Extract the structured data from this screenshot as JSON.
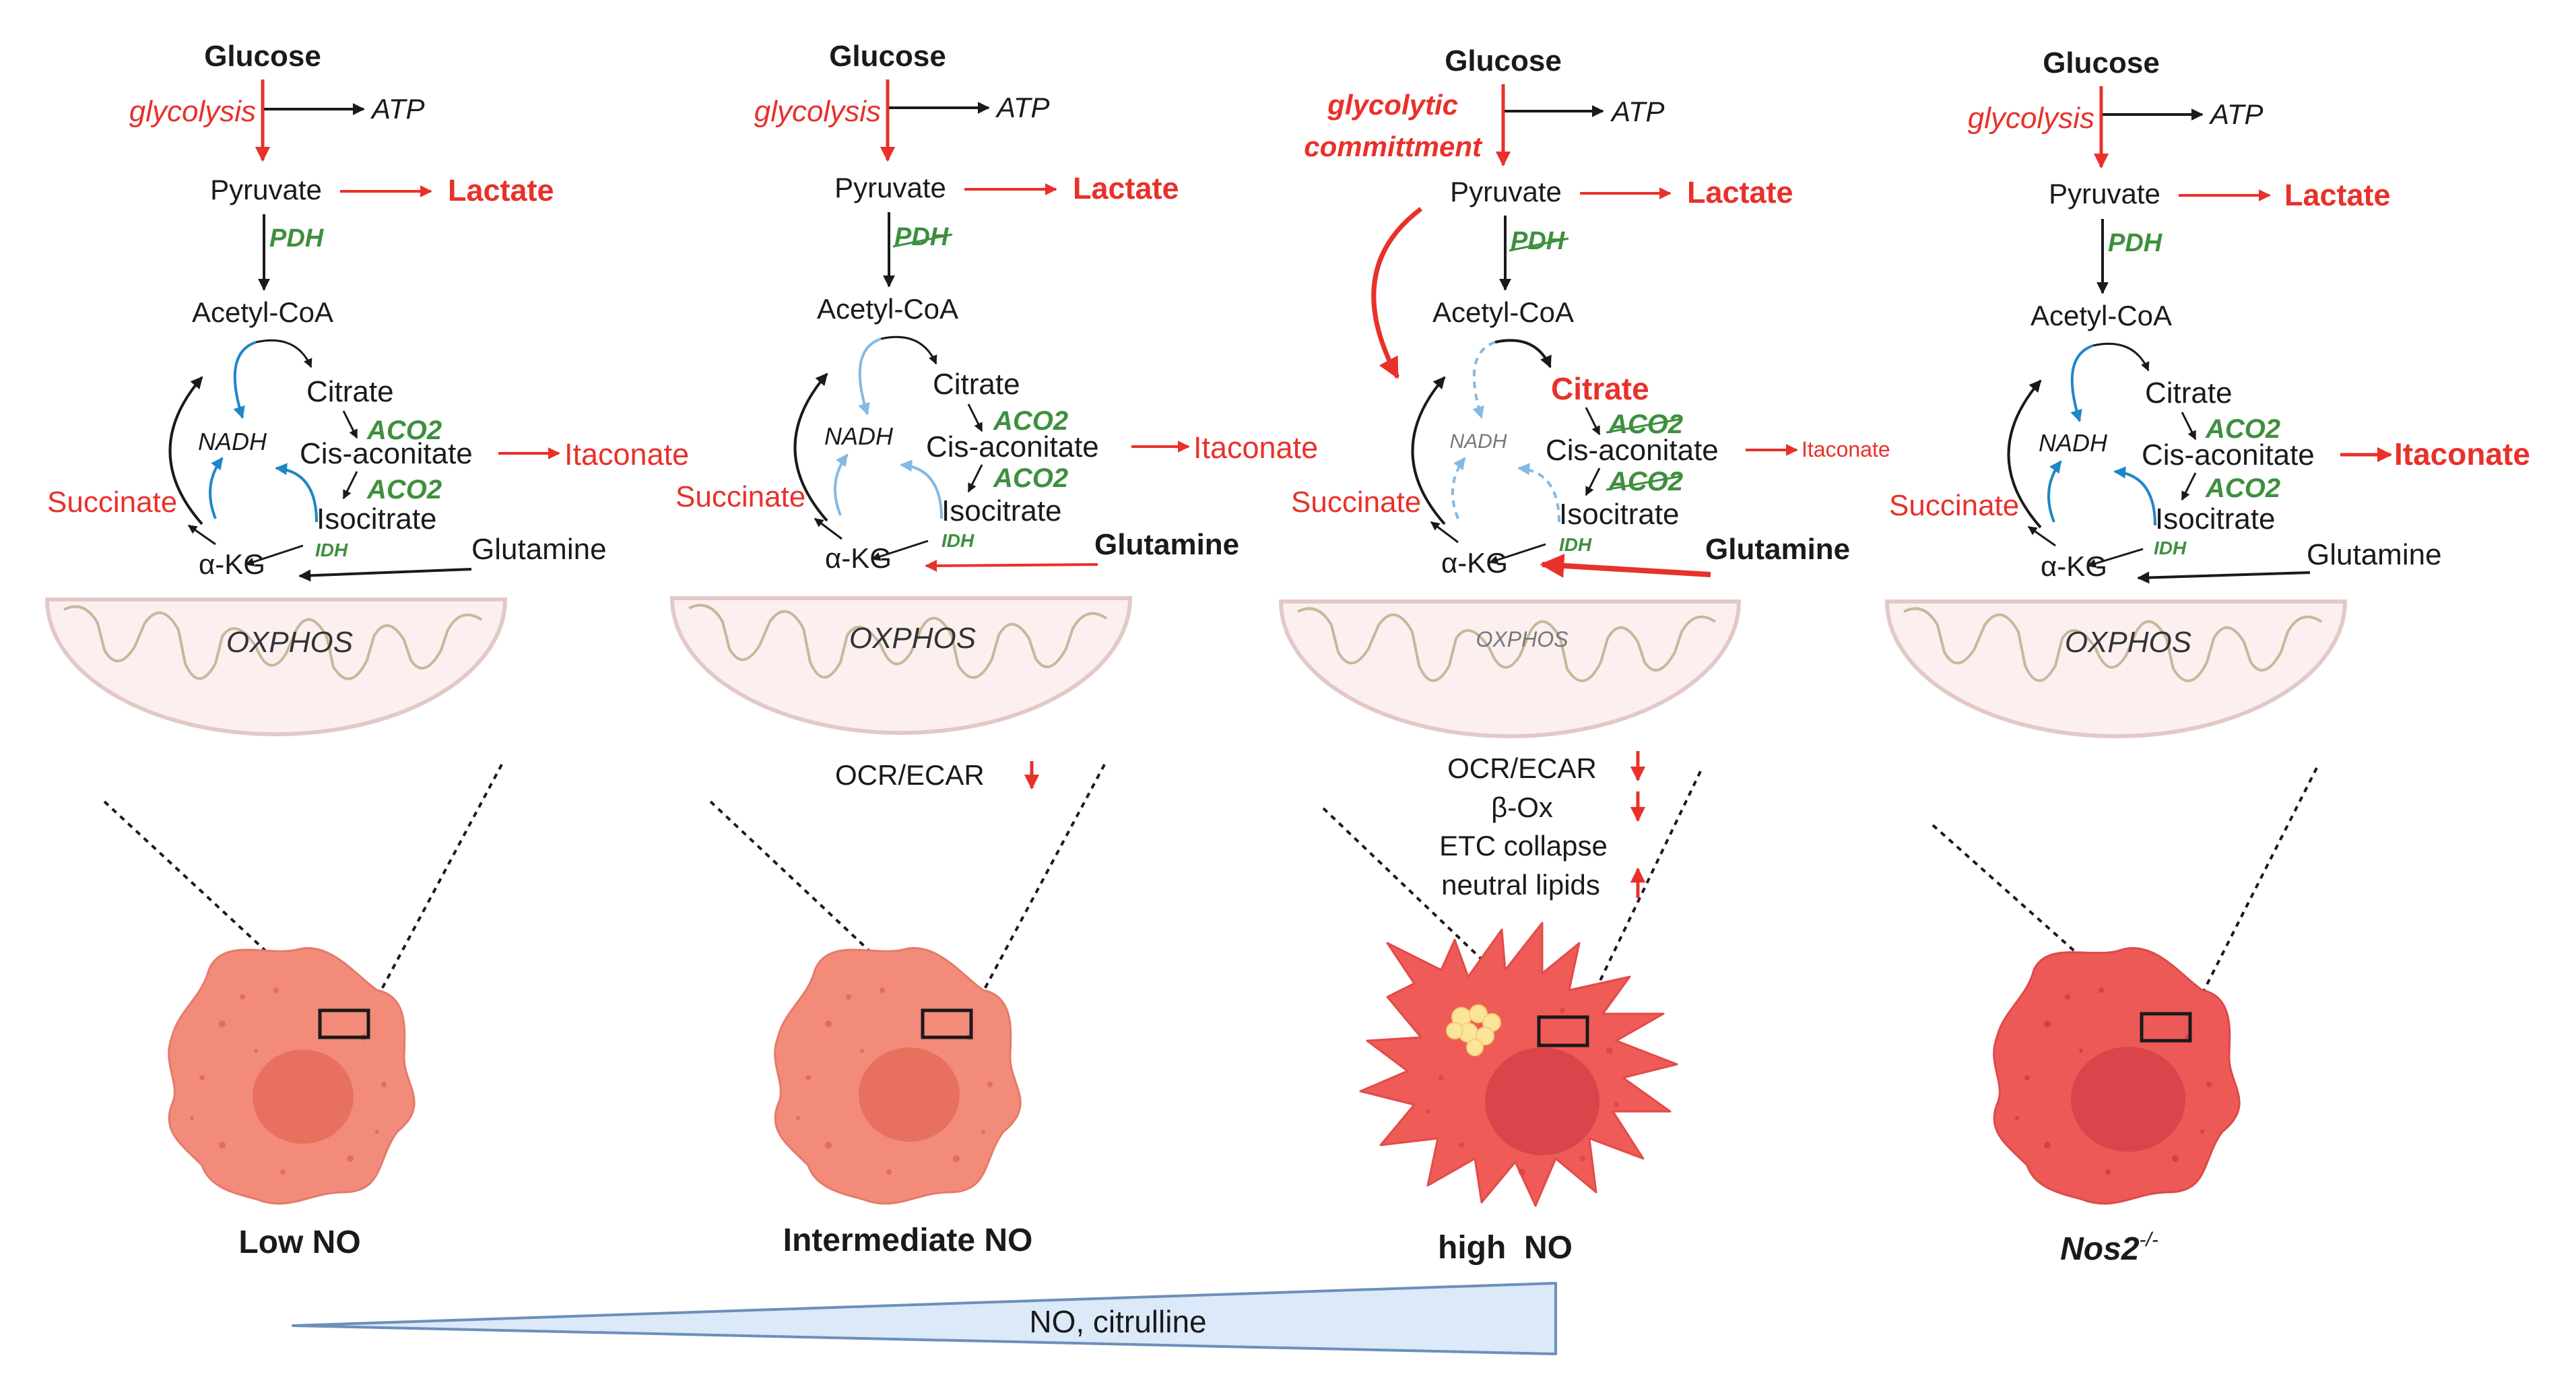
{
  "colors": {
    "red": "#e8312a",
    "green": "#3e8f3e",
    "blue": "#1f86c8",
    "light_blue": "#84b9e3",
    "black": "#1a1a1a",
    "mito_fill": "#fbf0ef",
    "mito_stroke": "#e2c9c7",
    "cell_low": "#f28b7a",
    "cell_mid": "#f28b7a",
    "cell_high": "#ef5b57",
    "cell_nos2": "#ec5957",
    "nucleus_low": "#e8705e",
    "nucleus_high": "#d9454a",
    "lipid": "#fbe59b",
    "gradient_fill": "#dbe9f8",
    "gradient_stroke": "#6c8fba"
  },
  "panels": [
    {
      "glucose": "Glucose",
      "glycolysis": "glycolysis",
      "atp": "ATP",
      "pyruvate": "Pyruvate",
      "lactate": "Lactate",
      "pdh": "PDH",
      "acetyl_coa": "Acetyl-CoA",
      "citrate": "Citrate",
      "nadh": "NADH",
      "aco2_a": "ACO2",
      "cis_aconitate": "Cis-aconitate",
      "itaconate": "Itaconate",
      "aco2_b": "ACO2",
      "isocitrate": "Isocitrate",
      "succinate": "Succinate",
      "idh": "IDH",
      "akg": "α-KG",
      "glutamine": "Glutamine",
      "oxphos": "OXPHOS",
      "label": "Low NO"
    },
    {
      "glucose": "Glucose",
      "glycolysis": "glycolysis",
      "atp": "ATP",
      "pyruvate": "Pyruvate",
      "lactate": "Lactate",
      "pdh": "PDH",
      "acetyl_coa": "Acetyl-CoA",
      "citrate": "Citrate",
      "nadh": "NADH",
      "aco2_a": "ACO2",
      "cis_aconitate": "Cis-aconitate",
      "itaconate": "Itaconate",
      "aco2_b": "ACO2",
      "isocitrate": "Isocitrate",
      "succinate": "Succinate",
      "idh": "IDH",
      "akg": "α-KG",
      "glutamine": "Glutamine",
      "oxphos": "OXPHOS",
      "effects": [
        "OCR/ECAR"
      ],
      "label": "Intermediate NO"
    },
    {
      "glucose": "Glucose",
      "glycolysis_1": "glycolytic",
      "glycolysis_2": "committment",
      "atp": "ATP",
      "pyruvate": "Pyruvate",
      "lactate": "Lactate",
      "pdh": "PDH",
      "acetyl_coa": "Acetyl-CoA",
      "citrate": "Citrate",
      "nadh": "NADH",
      "aco2_a": "ACO2",
      "cis_aconitate": "Cis-aconitate",
      "itaconate": "Itaconate",
      "aco2_b": "ACO2",
      "isocitrate": "Isocitrate",
      "succinate": "Succinate",
      "idh": "IDH",
      "akg": "α-KG",
      "glutamine": "Glutamine",
      "oxphos": "OXPHOS",
      "effects": [
        "OCR/ECAR",
        "β-Ox",
        "ETC collapse",
        "neutral lipids"
      ],
      "label": "high  NO"
    },
    {
      "glucose": "Glucose",
      "glycolysis": "glycolysis",
      "atp": "ATP",
      "pyruvate": "Pyruvate",
      "lactate": "Lactate",
      "pdh": "PDH",
      "acetyl_coa": "Acetyl-CoA",
      "citrate": "Citrate",
      "nadh": "NADH",
      "aco2_a": "ACO2",
      "cis_aconitate": "Cis-aconitate",
      "itaconate": "Itaconate",
      "aco2_b": "ACO2",
      "isocitrate": "Isocitrate",
      "succinate": "Succinate",
      "idh": "IDH",
      "akg": "α-KG",
      "glutamine": "Glutamine",
      "oxphos": "OXPHOS",
      "label_main": "Nos2",
      "label_sup": "-/-"
    }
  ],
  "gradient_label": "NO, citrulline"
}
